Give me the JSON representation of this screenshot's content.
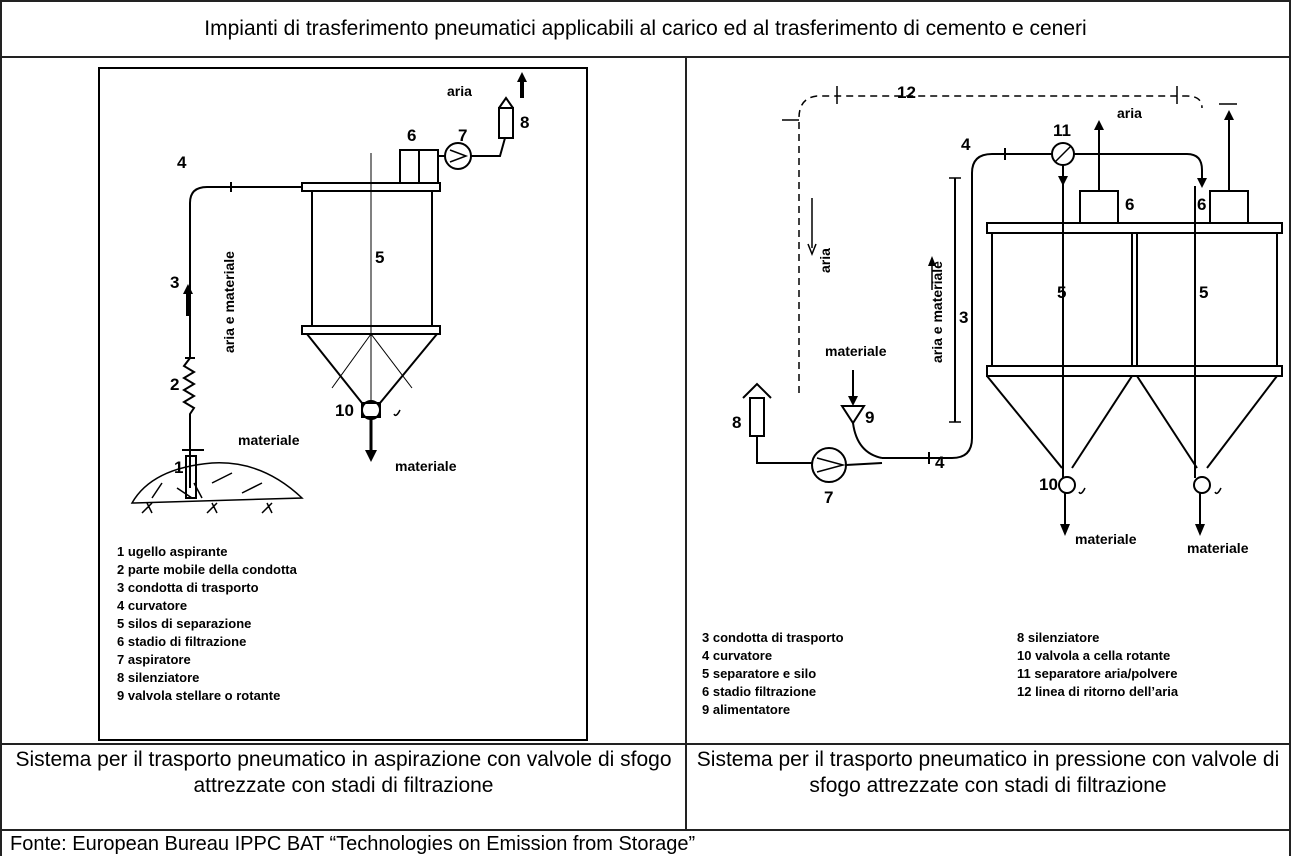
{
  "title": "Impianti di trasferimento pneumatici applicabili al carico ed al trasferimento di cemento e ceneri",
  "left_diagram": {
    "labels": {
      "air": "aria",
      "air_material": "aria e materiale",
      "material_pile": "materiale",
      "material_out": "materiale"
    },
    "numbers": [
      "1",
      "2",
      "3",
      "4",
      "5",
      "6",
      "7",
      "8",
      "10"
    ],
    "legend": [
      "1 ugello aspirante",
      "2 parte mobile della condotta",
      "3 condotta di trasporto",
      "4 curvatore",
      "5 silos di separazione",
      "6 stadio di filtrazione",
      "7 aspiratore",
      "8 silenziatore",
      "9 valvola stellare o rotante"
    ]
  },
  "right_diagram": {
    "labels": {
      "air_top": "aria",
      "air_return": "aria",
      "air_material": "aria e materiale",
      "material_in": "materiale",
      "material_out1": "materiale",
      "material_out2": "materiale"
    },
    "numbers": [
      "12",
      "11",
      "4",
      "6",
      "6",
      "5",
      "5",
      "3",
      "9",
      "8",
      "7",
      "4",
      "10"
    ],
    "legend_col1": [
      "3 condotta di trasporto",
      "4 curvatore",
      "5 separatore e silo",
      "6 stadio filtrazione",
      "9 alimentatore"
    ],
    "legend_col2": [
      "8 silenziatore",
      "10  valvola a cella rotante",
      "11 separatore aria/polvere",
      "12 linea di ritorno dell’aria"
    ]
  },
  "caption_left": "Sistema per il trasporto pneumatico in aspirazione con valvole di sfogo attrezzate con stadi di filtrazione",
  "caption_right": "Sistema per il trasporto pneumatico in pressione con valvole di sfogo attrezzate con stadi di filtrazione",
  "source": "Fonte: European Bureau IPPC BAT “Technologies on Emission from Storage”"
}
